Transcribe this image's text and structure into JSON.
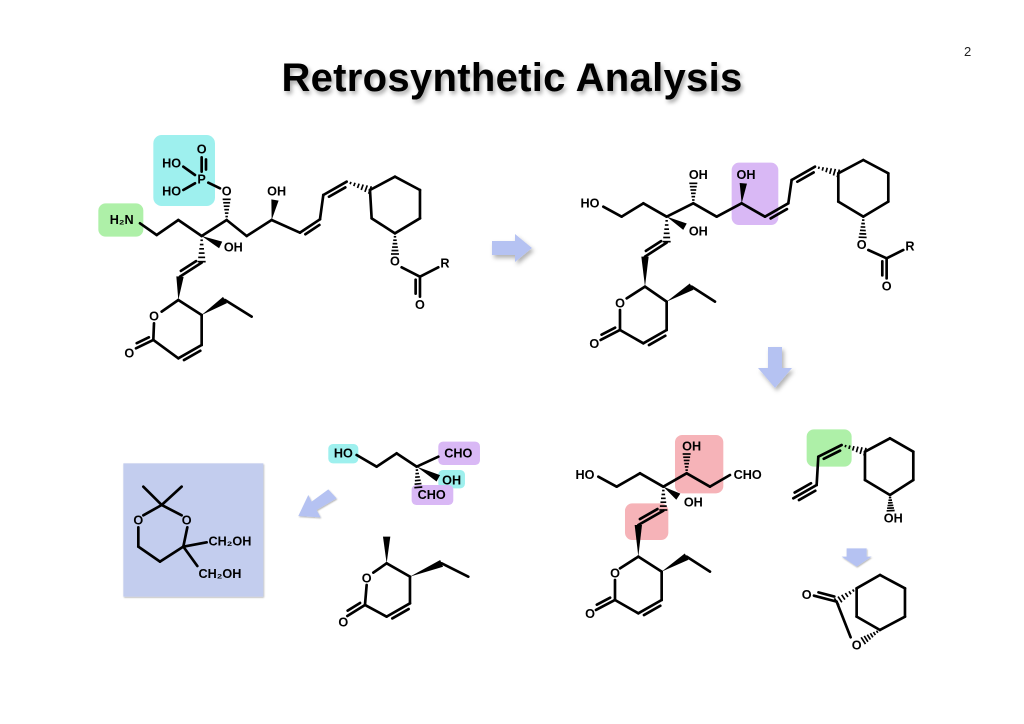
{
  "slide": {
    "title": "Retrosynthetic Analysis",
    "page_number": "2"
  },
  "colors": {
    "cyan": "#9ef0ee",
    "green": "#aef0a8",
    "purple": "#d9b8f5",
    "red": "#f6b3b8",
    "arrow": "#b5c2f2",
    "reagent_box": "#c3cdee"
  },
  "target": {
    "amine": "H₂N",
    "p_oxo": "O",
    "p_ho1": "HO",
    "p_ho2": "HO",
    "phosphorus": "P",
    "ester_o": "O",
    "oh_quat": "OH",
    "oh_chain": "OH",
    "acyl_o": "O",
    "acyl_r": "R",
    "acyl_co": "O",
    "ring_o": "O",
    "lactone_co": "O"
  },
  "intermediate": {
    "ho": "HO",
    "oh_top1": "OH",
    "oh_top2": "OH",
    "oh_quat": "OH",
    "acyl_o": "O",
    "acyl_r": "R",
    "acyl_co": "O",
    "ring_o": "O",
    "lactone_co": "O"
  },
  "aldehyde": {
    "ho": "HO",
    "oh_top": "OH",
    "cho": "CHO",
    "oh_quat": "OH",
    "ring_o": "O",
    "lactone_co": "O"
  },
  "enyne": {
    "oh": "OH",
    "lactone_co": "O",
    "lactone_o": "O"
  },
  "triol": {
    "ho": "HO",
    "cho1": "CHO",
    "oh": "OH",
    "cho2": "CHO"
  },
  "lactone": {
    "ring_o": "O",
    "co": "O"
  },
  "acetonide": {
    "o1": "O",
    "o2": "O",
    "ch2oh1": "CH₂OH",
    "ch2oh2": "CH₂OH"
  }
}
